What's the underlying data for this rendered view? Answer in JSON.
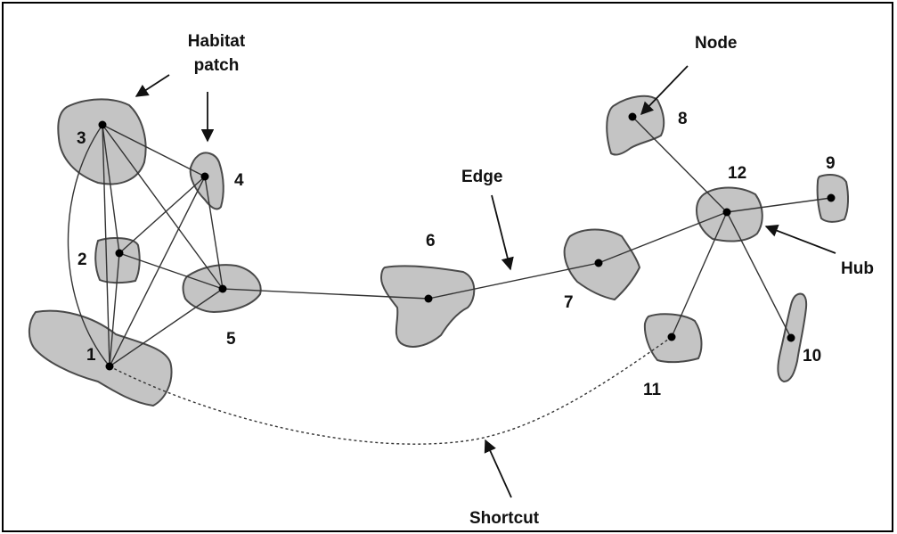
{
  "diagram": {
    "annotations": {
      "habitat_patch_line1": "Habitat",
      "habitat_patch_line2": "patch",
      "node": "Node",
      "edge": "Edge",
      "hub": "Hub",
      "shortcut": "Shortcut"
    },
    "patches": [
      {
        "id": "1",
        "label": "1"
      },
      {
        "id": "2",
        "label": "2"
      },
      {
        "id": "3",
        "label": "3"
      },
      {
        "id": "4",
        "label": "4"
      },
      {
        "id": "5",
        "label": "5"
      },
      {
        "id": "6",
        "label": "6"
      },
      {
        "id": "7",
        "label": "7"
      },
      {
        "id": "8",
        "label": "8"
      },
      {
        "id": "9",
        "label": "9"
      },
      {
        "id": "10",
        "label": "10"
      },
      {
        "id": "11",
        "label": "11"
      },
      {
        "id": "12",
        "label": "12"
      }
    ],
    "edges": [
      [
        "3",
        "4"
      ],
      [
        "3",
        "5"
      ],
      [
        "3",
        "2"
      ],
      [
        "3",
        "1"
      ],
      [
        "4",
        "2"
      ],
      [
        "4",
        "5"
      ],
      [
        "4",
        "1"
      ],
      [
        "2",
        "5"
      ],
      [
        "2",
        "1"
      ],
      [
        "5",
        "1"
      ],
      [
        "5",
        "6"
      ],
      [
        "6",
        "7"
      ],
      [
        "7",
        "12"
      ],
      [
        "8",
        "12"
      ],
      [
        "9",
        "12"
      ],
      [
        "10",
        "12"
      ],
      [
        "11",
        "12"
      ]
    ],
    "curved_edges": [
      [
        "3",
        "1"
      ]
    ],
    "shortcut_edges": [
      [
        "1",
        "11"
      ]
    ]
  }
}
